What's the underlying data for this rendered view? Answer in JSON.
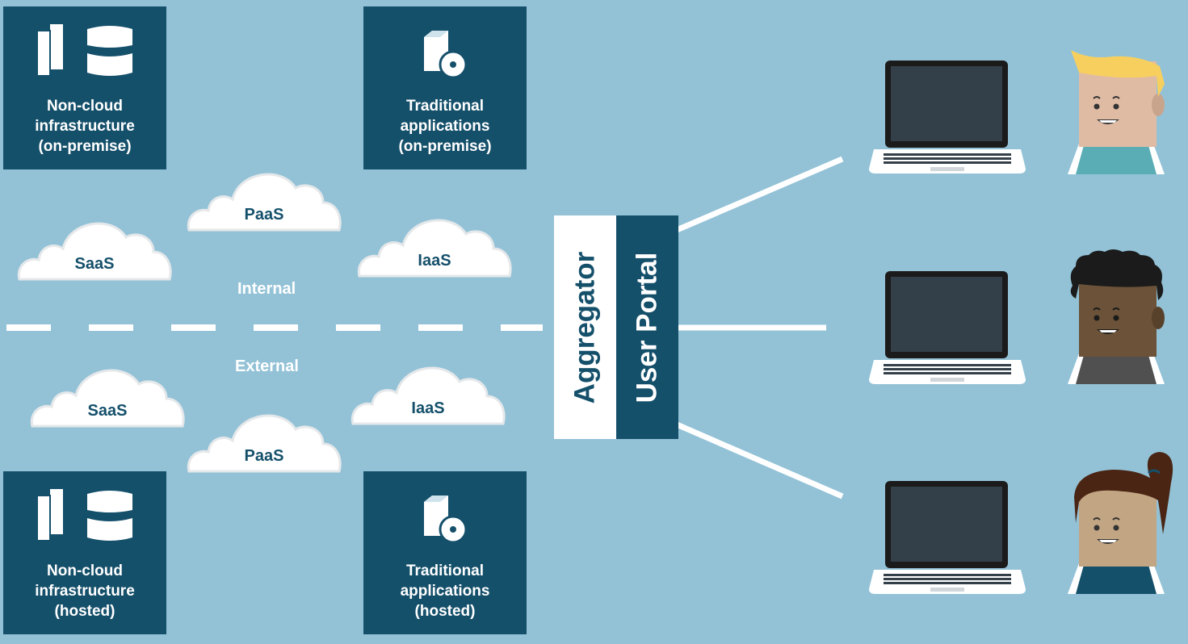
{
  "boxes": {
    "noncloud_onprem": {
      "line1": "Non-cloud",
      "line2": "infrastructure",
      "line3": "(on-premise)"
    },
    "traditional_onprem": {
      "line1": "Traditional",
      "line2": "applications",
      "line3": "(on-premise)"
    },
    "noncloud_hosted": {
      "line1": "Non-cloud",
      "line2": "infrastructure",
      "line3": "(hosted)"
    },
    "traditional_hosted": {
      "line1": "Traditional",
      "line2": "applications",
      "line3": "(hosted)"
    }
  },
  "clouds": {
    "internal_paas": "PaaS",
    "internal_saas": "SaaS",
    "internal_iaas": "IaaS",
    "external_saas": "SaaS",
    "external_iaas": "IaaS",
    "external_paas": "PaaS"
  },
  "zones": {
    "internal": "Internal",
    "external": "External"
  },
  "bars": {
    "aggregator": "Aggregator",
    "portal": "User Portal"
  },
  "colors": {
    "background": "#93c2d7",
    "dark_blue": "#15506b",
    "white": "#ffffff",
    "laptop_screen": "#333f49"
  },
  "icons": [
    "server-icon",
    "database-icon",
    "software-box-icon",
    "laptop-icon",
    "user-avatar-icon"
  ],
  "users": [
    {
      "hair": "#f7cf5f",
      "skin": "#e0bba4",
      "shirt": "#5aadb5"
    },
    {
      "hair": "#1b1b1b",
      "skin": "#6b5238",
      "shirt": "#505050"
    },
    {
      "hair": "#4a2514",
      "skin": "#c2a583",
      "shirt": "#15506b"
    }
  ]
}
